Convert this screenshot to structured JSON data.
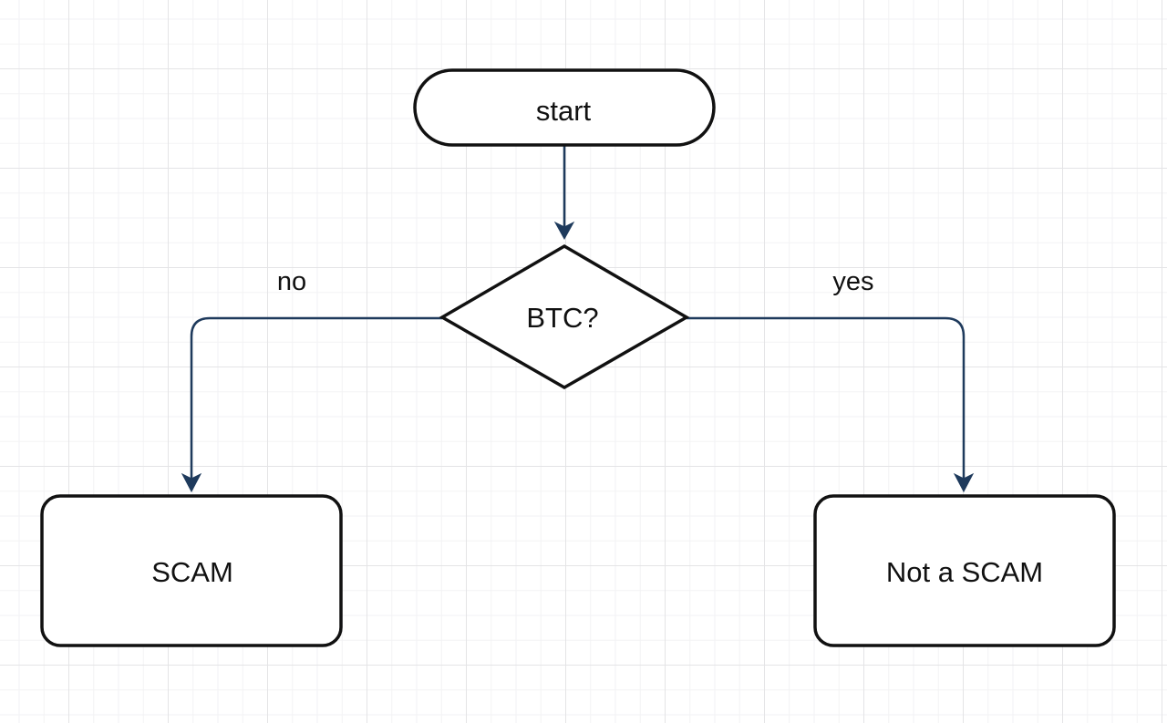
{
  "diagram": {
    "type": "flowchart",
    "nodes": {
      "start": {
        "shape": "terminator",
        "label": "start"
      },
      "decision": {
        "shape": "decision",
        "label": "BTC?"
      },
      "scam": {
        "shape": "process",
        "label": "SCAM"
      },
      "not_scam": {
        "shape": "process",
        "label": "Not a SCAM"
      }
    },
    "edges": [
      {
        "from": "start",
        "to": "decision",
        "label": ""
      },
      {
        "from": "decision",
        "to": "scam",
        "label": "no"
      },
      {
        "from": "decision",
        "to": "not_scam",
        "label": "yes"
      }
    ],
    "edge_labels": {
      "no": "no",
      "yes": "yes"
    },
    "colors": {
      "edge": "#1e3a5c",
      "node_stroke": "#111111",
      "node_fill": "#ffffff",
      "grid": "#e4e4e6"
    }
  }
}
